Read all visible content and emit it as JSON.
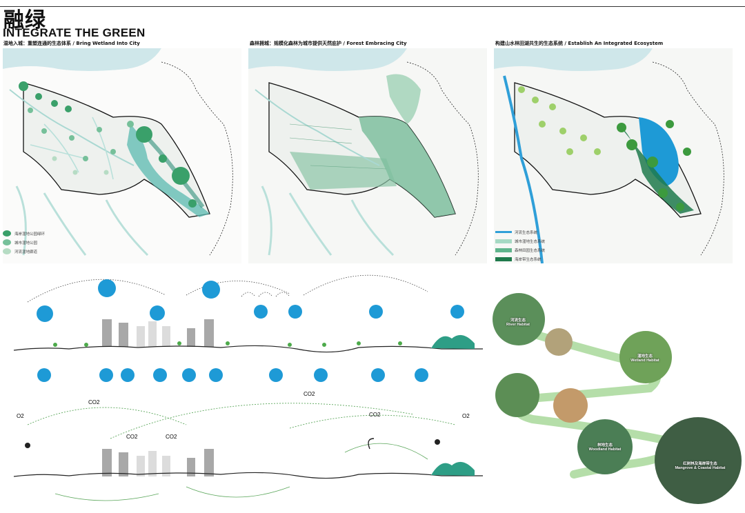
{
  "header": {
    "title_cn": "融绿",
    "title_en": "INTEGRATE THE GREEN"
  },
  "maps": [
    {
      "caption": "湿地入城：重塑连通的生态体系 / Bring Wetland Into City"
    },
    {
      "caption": "森林拥城：规模化森林为城市提供天然庇护 / Forest Embracing City"
    },
    {
      "caption": "构建山水林田湖共生的生态系统 / Establish An Integrated Ecosystem"
    }
  ],
  "legend_left": [
    {
      "label": "海岸湿地公园绿环",
      "color": "#3aa06a"
    },
    {
      "label": "城市湿地公园",
      "color": "#76c09a"
    },
    {
      "label": "河流湿地廊道",
      "color": "#b6dcc4"
    }
  ],
  "legend_right": [
    {
      "label": "河流生态系统",
      "color": "#2f9fd8"
    },
    {
      "label": "城市湿地生态系统",
      "color": "#a6d9c4"
    },
    {
      "label": "森林田园生态系统",
      "color": "#5fb48c"
    },
    {
      "label": "海岸带生态系统",
      "color": "#1f7a4c"
    }
  ],
  "diagram_labels": {
    "co2_top": "CO2",
    "co2_left": "CO2",
    "co2_right": "CO2",
    "co2_mid1": "CO2",
    "co2_mid2": "CO2",
    "o2_left": "O2",
    "o2_right": "O2"
  },
  "habitats": [
    {
      "label": "河流生态",
      "sub": "River Habitat"
    },
    {
      "label": "湿地生态",
      "sub": "Wetland Habitat"
    },
    {
      "label": "林地生态",
      "sub": "Woodland Habitat"
    },
    {
      "label": "红树林及海岸带生态",
      "sub": "Mangrove & Coastal Habitat"
    }
  ],
  "colors": {
    "sea": "#cfe7ea",
    "wetland": "#5bb9b0",
    "forest": "#8cc5a7",
    "river": "#2f9fd8",
    "icon_blue": "#1e9ad6",
    "icon_green": "#3c9a3e",
    "path_green": "#a8d89a"
  }
}
